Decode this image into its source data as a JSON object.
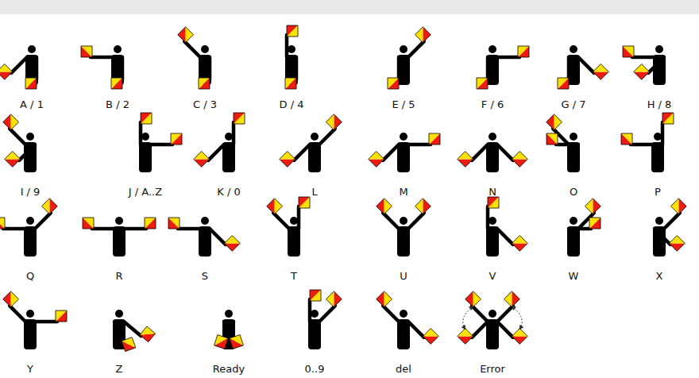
{
  "diagram": {
    "labels": [
      "A / 1",
      "B / 2",
      "C / 3",
      "D / 4",
      "E / 5",
      "F / 6",
      "G / 7",
      "H / 8",
      "I / 9",
      "J / A..Z",
      "K / 0",
      "L",
      "M",
      "N",
      "O",
      "P",
      "Q",
      "R",
      "S",
      "T",
      "U",
      "V",
      "W",
      "X",
      "Y",
      "Z",
      "Ready",
      "0..9",
      "del",
      "Error"
    ]
  }
}
